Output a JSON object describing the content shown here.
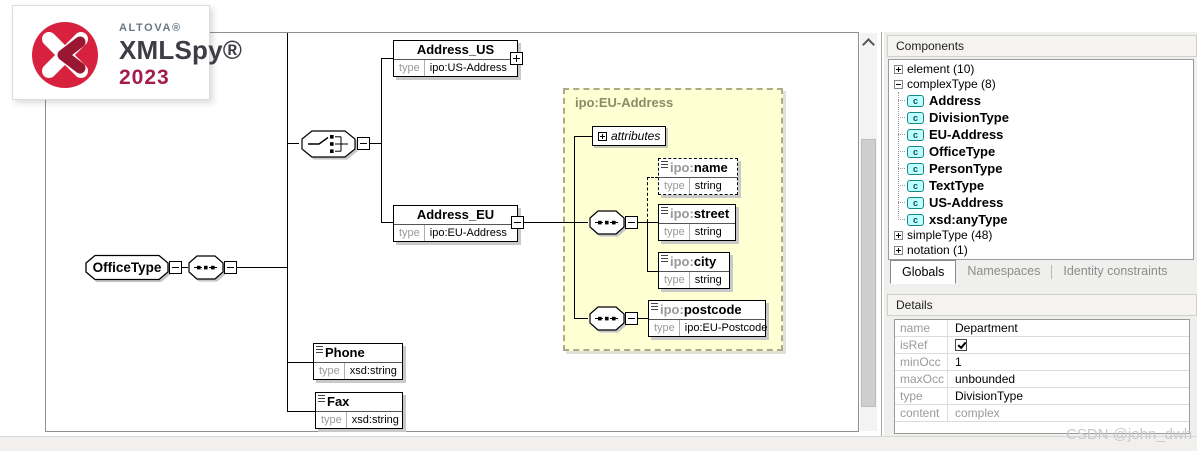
{
  "logo": {
    "brand": "ALTOVA®",
    "product": "XMLSpy®",
    "year": "2023"
  },
  "diagram": {
    "type_label": "type",
    "root": {
      "label": "OfficeType"
    },
    "expanded_type": {
      "title": "ipo:EU-Address",
      "attributes_label": "attributes"
    },
    "elements": {
      "address_us": {
        "name": "Address_US",
        "type": "ipo:US-Address"
      },
      "address_eu": {
        "name": "Address_EU",
        "type": "ipo:EU-Address"
      },
      "name": {
        "prefix": "ipo:",
        "local": "name",
        "type": "string"
      },
      "street": {
        "prefix": "ipo:",
        "local": "street",
        "type": "string"
      },
      "city": {
        "prefix": "ipo:",
        "local": "city",
        "type": "string"
      },
      "postcode": {
        "prefix": "ipo:",
        "local": "postcode",
        "type": "ipo:EU-Postcode"
      },
      "phone": {
        "name": "Phone",
        "type": "xsd:string"
      },
      "fax": {
        "name": "Fax",
        "type": "xsd:string"
      }
    }
  },
  "components": {
    "title": "Components",
    "tree": [
      {
        "label": "element (10)",
        "expanded": false
      },
      {
        "label": "complexType (8)",
        "expanded": true,
        "children": [
          "Address",
          "DivisionType",
          "EU-Address",
          "OfficeType",
          "PersonType",
          "TextType",
          "US-Address",
          "xsd:anyType"
        ]
      },
      {
        "label": "simpleType (48)",
        "expanded": false
      },
      {
        "label": "notation (1)",
        "expanded": false
      }
    ],
    "type_icon_letter": "c",
    "tabs": [
      {
        "label": "Globals",
        "active": true
      },
      {
        "label": "Namespaces",
        "active": false
      },
      {
        "label": "Identity constraints",
        "active": false
      }
    ]
  },
  "details": {
    "title": "Details",
    "rows": [
      {
        "label": "name",
        "value": "Department"
      },
      {
        "label": "isRef",
        "checkbox": true,
        "checked": true
      },
      {
        "label": "minOcc",
        "value": "1"
      },
      {
        "label": "maxOcc",
        "value": "unbounded"
      },
      {
        "label": "type",
        "value": "DivisionType"
      },
      {
        "label": "content",
        "value": "complex",
        "muted": true
      }
    ]
  },
  "watermark": "CSDN @john_dwh",
  "colors": {
    "logo_red": "#d7213e",
    "logo_dark_red": "#9a1733",
    "year_crimson": "#a21d4e",
    "expanded_box_bg": "#ffffd4",
    "expanded_box_border": "#abab8b",
    "type_icon_bg": "#c0ffff",
    "type_icon_border": "#0e8a8a",
    "panel_bg": "#efefed",
    "shadow_gray": "#c9c9c9"
  }
}
